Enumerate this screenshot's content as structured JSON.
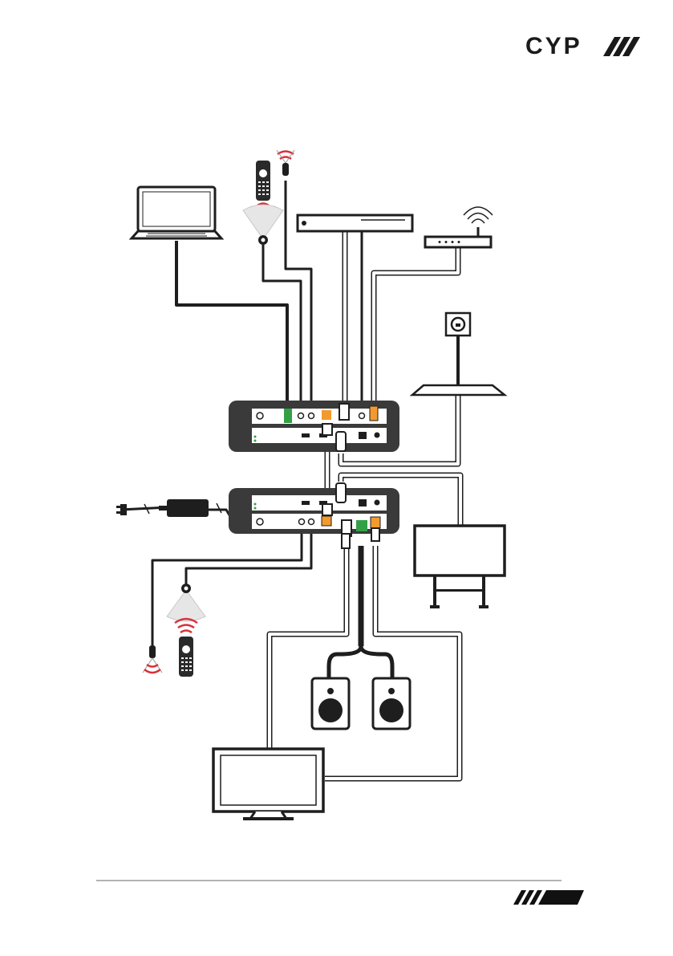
{
  "header": {
    "brand_logo": "CYP",
    "logo_color": "#1a1a1a"
  },
  "footer": {
    "page_number": "",
    "tab_color": "#111111",
    "rule_color": "#9a9a9a"
  },
  "diagram": {
    "accent_colors": {
      "ir_signal": "#d9303a",
      "terminal_block": "#33a047",
      "rj45_port": "#f29a2e",
      "device_outline": "#1e1e1e",
      "unit_body": "#3a3a3a"
    },
    "components": [
      {
        "id": "laptop",
        "icon": "laptop-icon"
      },
      {
        "id": "ir-remote-top",
        "icon": "remote-control-icon"
      },
      {
        "id": "ir-receiver-top",
        "icon": "ir-receiver-icon"
      },
      {
        "id": "ir-blaster-top",
        "icon": "ir-blaster-icon"
      },
      {
        "id": "bluray-player",
        "icon": "media-player-icon"
      },
      {
        "id": "router",
        "icon": "router-icon"
      },
      {
        "id": "wall-power-outlet",
        "icon": "power-outlet-icon"
      },
      {
        "id": "transmitter-unit",
        "icon": "extender-unit-icon"
      },
      {
        "id": "receiver-unit",
        "icon": "extender-unit-icon"
      },
      {
        "id": "power-adapter",
        "icon": "power-adapter-icon"
      },
      {
        "id": "ir-blaster-bottom",
        "icon": "ir-blaster-icon"
      },
      {
        "id": "ir-receiver-bottom",
        "icon": "ir-receiver-icon"
      },
      {
        "id": "ir-remote-bottom",
        "icon": "remote-control-icon"
      },
      {
        "id": "interactive-display",
        "icon": "display-icon"
      },
      {
        "id": "speaker-left",
        "icon": "speaker-icon"
      },
      {
        "id": "speaker-right",
        "icon": "speaker-icon"
      },
      {
        "id": "hdmi-monitor",
        "icon": "monitor-icon"
      }
    ]
  }
}
